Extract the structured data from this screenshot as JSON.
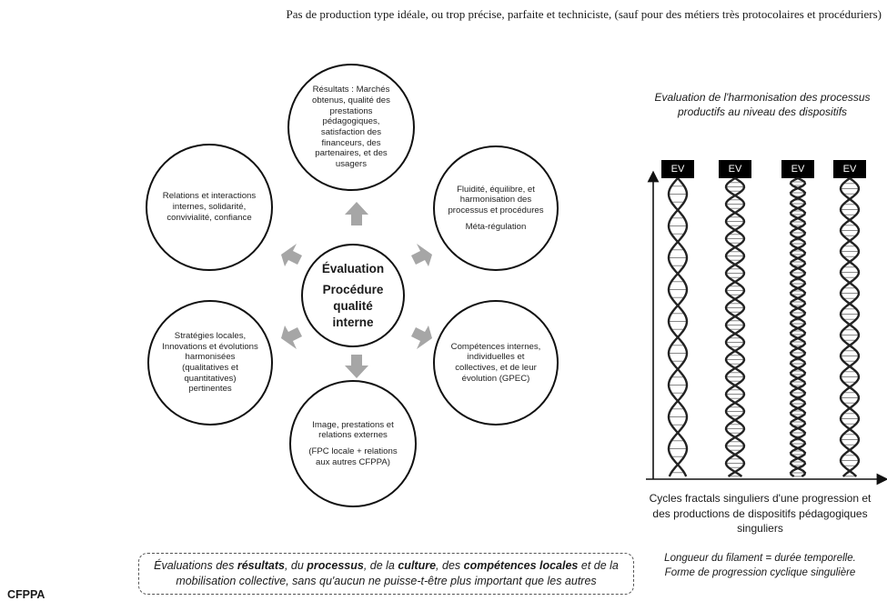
{
  "top_note": "Pas de production type idéale, ou trop précise, parfaite et techniciste, (sauf pour des métiers très protocolaires et procéduriers)",
  "center": {
    "title": "Évaluation",
    "subtitle": "Procédure qualité interne"
  },
  "circles": {
    "top": "Résultats : Marchés obtenus, qualité des prestations pédagogiques, satisfaction des financeurs, des partenaires, et des usagers",
    "upper_right": "Fluidité, équilibre, et harmonisation des processus et procédures",
    "upper_right_sub": "Méta-régulation",
    "lower_right": "Compétences internes, individuelles et collectives, et de leur évolution (GPEC)",
    "bottom": "Image, prestations et relations externes",
    "bottom_sub": "(FPC locale + relations aux autres CFPPA)",
    "lower_left": "Stratégies locales, Innovations et évolutions harmonisées (qualitatives et quantitatives) pertinentes",
    "upper_left": "Relations et interactions internes, solidarité, convivialité, confiance"
  },
  "caption": {
    "p1": "Évaluations des ",
    "b1": "résultats",
    "p2": ", du ",
    "b2": "processus",
    "p3": ", de la ",
    "b3": "culture",
    "p4": ", des ",
    "b4": "compétences locales",
    "p5": " et de la mobilisation collective, sans qu'aucun ne puisse-t-être plus important que les autres"
  },
  "org_label": "CFPPA",
  "right_panel": {
    "title": "Evaluation de l'harmonisation des processus productifs au niveau des dispositifs",
    "ev_labels": [
      "EV",
      "EV",
      "EV",
      "EV"
    ],
    "caption": "Cycles fractals singuliers d'une progression et des productions de dispositifs pédagogiques singuliers",
    "note_line1": "Longueur du filament = durée temporelle.",
    "note_line2": "Forme de progression cyclique singulière"
  },
  "colors": {
    "arrow": "#a6a6a6",
    "circle_border": "#111111",
    "ev_background": "#000000",
    "helix": "#222222"
  }
}
